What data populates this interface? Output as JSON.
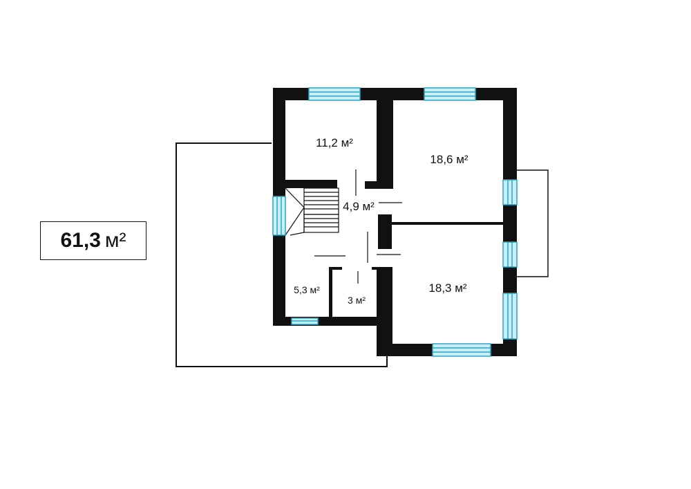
{
  "total_area": {
    "value": "61,3",
    "unit": "м²"
  },
  "rooms": [
    {
      "id": "bedroom-top-left",
      "area": "11,2 м²"
    },
    {
      "id": "bedroom-top-right",
      "area": "18,6 м²"
    },
    {
      "id": "hall",
      "area": "4,9 м²"
    },
    {
      "id": "bathroom",
      "area": "5,3 м²"
    },
    {
      "id": "wc",
      "area": "3 м²"
    },
    {
      "id": "bedroom-bottom-right",
      "area": "18,3 м²"
    }
  ],
  "colors": {
    "wall": "#111111",
    "window_fill": "#c8eef7",
    "window_stroke": "#2aa6c4",
    "outline": "#111111"
  }
}
